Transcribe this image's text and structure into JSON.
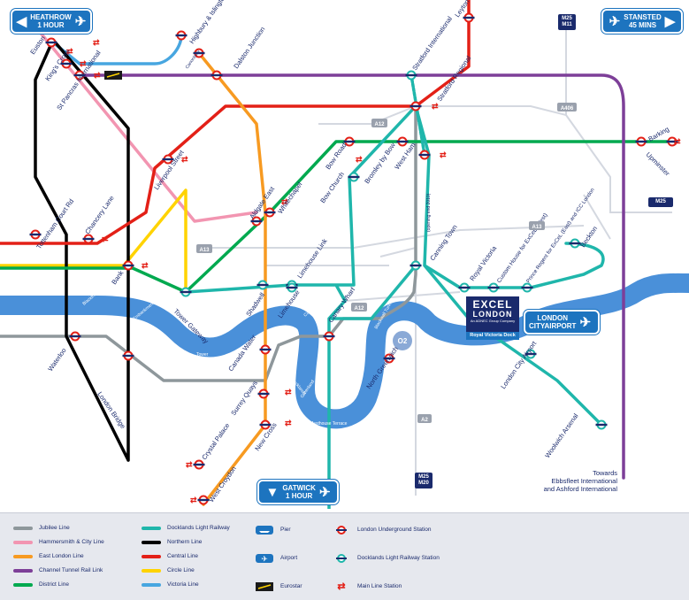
{
  "callouts": {
    "heathrow": {
      "line1": "HEATHROW",
      "line2": "1 HOUR"
    },
    "stansted": {
      "line1": "STANSTED",
      "line2": "45 MINS"
    },
    "gatwick": {
      "line1": "GATWICK",
      "line2": "1 HOUR"
    },
    "london_city": {
      "line1": "LONDON",
      "line2": "CITYAIRPORT"
    }
  },
  "excel": {
    "name1": "EXCEL",
    "name2": "LONDON",
    "tag": "An ADNEC Group Company",
    "dock": "Royal Victoria Dock"
  },
  "towards": {
    "line1": "Towards",
    "line2": "Ebbsfleet International",
    "line3": "and Ashford International"
  },
  "roads": {
    "m25_m11": {
      "a": "M25",
      "b": "M11"
    },
    "m25_m20": {
      "a": "M25",
      "b": "M20"
    },
    "m25": "M25",
    "a406": "A406",
    "a12": "A12",
    "a13_east": "A13",
    "a13_west": "A13",
    "a12_south": "A12",
    "a2": "A2"
  },
  "o2": "O2",
  "stations": [
    {
      "id": "euston",
      "label": "Euston"
    },
    {
      "id": "kings_cross",
      "label": "King's Cross"
    },
    {
      "id": "st_pancras",
      "label": "St Pancras International"
    },
    {
      "id": "highbury",
      "label": "Highbury & Islington"
    },
    {
      "id": "canonbury",
      "label": "Canonbury"
    },
    {
      "id": "dalston",
      "label": "Dalston Junction"
    },
    {
      "id": "leyton",
      "label": "Leyton"
    },
    {
      "id": "stratford_intl",
      "label": "Stratford International"
    },
    {
      "id": "stratford_regional",
      "label": "Stratford Regional"
    },
    {
      "id": "liverpool_street",
      "label": "Liverpool Street"
    },
    {
      "id": "aldgate_east",
      "label": "Aldgate East"
    },
    {
      "id": "whitechapel",
      "label": "Whitechapel"
    },
    {
      "id": "bow_road",
      "label": "Bow Road"
    },
    {
      "id": "bow_church",
      "label": "Bow Church"
    },
    {
      "id": "bromley_by_bow",
      "label": "Bromley by Bow"
    },
    {
      "id": "west_ham",
      "label": "West Ham"
    },
    {
      "id": "barking",
      "label": "Barking"
    },
    {
      "id": "upminster",
      "label": "Upminster"
    },
    {
      "id": "tottenham_court_rd",
      "label": "Tottenham Court Rd"
    },
    {
      "id": "chancery_lane",
      "label": "Chancery Lane"
    },
    {
      "id": "bank",
      "label": "Bank"
    },
    {
      "id": "limehouse_link",
      "label": "Limehouse Link"
    },
    {
      "id": "limehouse",
      "label": "Limehouse"
    },
    {
      "id": "shadwell",
      "label": "Shadwell"
    },
    {
      "id": "tower_gateway",
      "label": "Tower Gateway"
    },
    {
      "id": "canning_town",
      "label": "Canning Town"
    },
    {
      "id": "royal_victoria",
      "label": "Royal Victoria"
    },
    {
      "id": "custom_house",
      "label": "Custom House for ExCeL (West)"
    },
    {
      "id": "prince_regent",
      "label": "Prince Regent for ExCeL (East) and ICC London"
    },
    {
      "id": "beckton",
      "label": "Beckton"
    },
    {
      "id": "waterloo",
      "label": "Waterloo"
    },
    {
      "id": "london_bridge",
      "label": "London Bridge"
    },
    {
      "id": "canada_water",
      "label": "Canada Water"
    },
    {
      "id": "canary_wharf",
      "label": "Canary Wharf"
    },
    {
      "id": "north_greenwich",
      "label": "North Greenwich"
    },
    {
      "id": "london_city_airport",
      "label": "London City Airport"
    },
    {
      "id": "surrey_quays",
      "label": "Surrey Quays"
    },
    {
      "id": "new_cross",
      "label": "New Cross"
    },
    {
      "id": "crystal_palace",
      "label": "Crystal Palace"
    },
    {
      "id": "west_croydon",
      "label": "West Croydon"
    },
    {
      "id": "woolwich_arsenal",
      "label": "Woolwich Arsenal"
    }
  ],
  "piers": [
    "Blackfriars",
    "Tower",
    "Embankment",
    "Canary Wharf",
    "Masthouse Terrace",
    "Greenland",
    "Hilton Docklands",
    "Greenwich",
    "Blackwall Tunnel"
  ],
  "stratford_note": "(opening end 2010)",
  "legend": [
    {
      "id": "jubilee",
      "label": "Jubilee Line",
      "color": "#8e979b"
    },
    {
      "id": "hammersmith",
      "label": "Hammersmith & City Line",
      "color": "#f295b1"
    },
    {
      "id": "east_london",
      "label": "East London Line",
      "color": "#f79a21"
    },
    {
      "id": "channel_tunnel",
      "label": "Channel Tunnel Rail Link",
      "color": "#7d3f98"
    },
    {
      "id": "district",
      "label": "District Line",
      "color": "#00a94f"
    },
    {
      "id": "dlr",
      "label": "Docklands Light Railway",
      "color": "#1fb6ab"
    },
    {
      "id": "northern",
      "label": "Northern Line",
      "color": "#000000"
    },
    {
      "id": "central",
      "label": "Central Line",
      "color": "#e32017"
    },
    {
      "id": "circle",
      "label": "Circle Line",
      "color": "#ffd300"
    },
    {
      "id": "victoria",
      "label": "Victoria Line",
      "color": "#47a6e0"
    },
    {
      "id": "pier",
      "label": "Pier"
    },
    {
      "id": "airport",
      "label": "Airport"
    },
    {
      "id": "eurostar",
      "label": "Eurostar"
    },
    {
      "id": "lu_station",
      "label": "London Underground Station"
    },
    {
      "id": "dlr_station",
      "label": "Docklands Light Railway Station"
    },
    {
      "id": "mainline_station",
      "label": "Main Line Station"
    }
  ],
  "colors": {
    "river": "#4a90d9",
    "road": "#cfd3dc",
    "roundel_red": "#e32017",
    "roundel_blue": "#1a2a6c",
    "navy": "#1a2a6c",
    "accent": "#1d74bf"
  }
}
